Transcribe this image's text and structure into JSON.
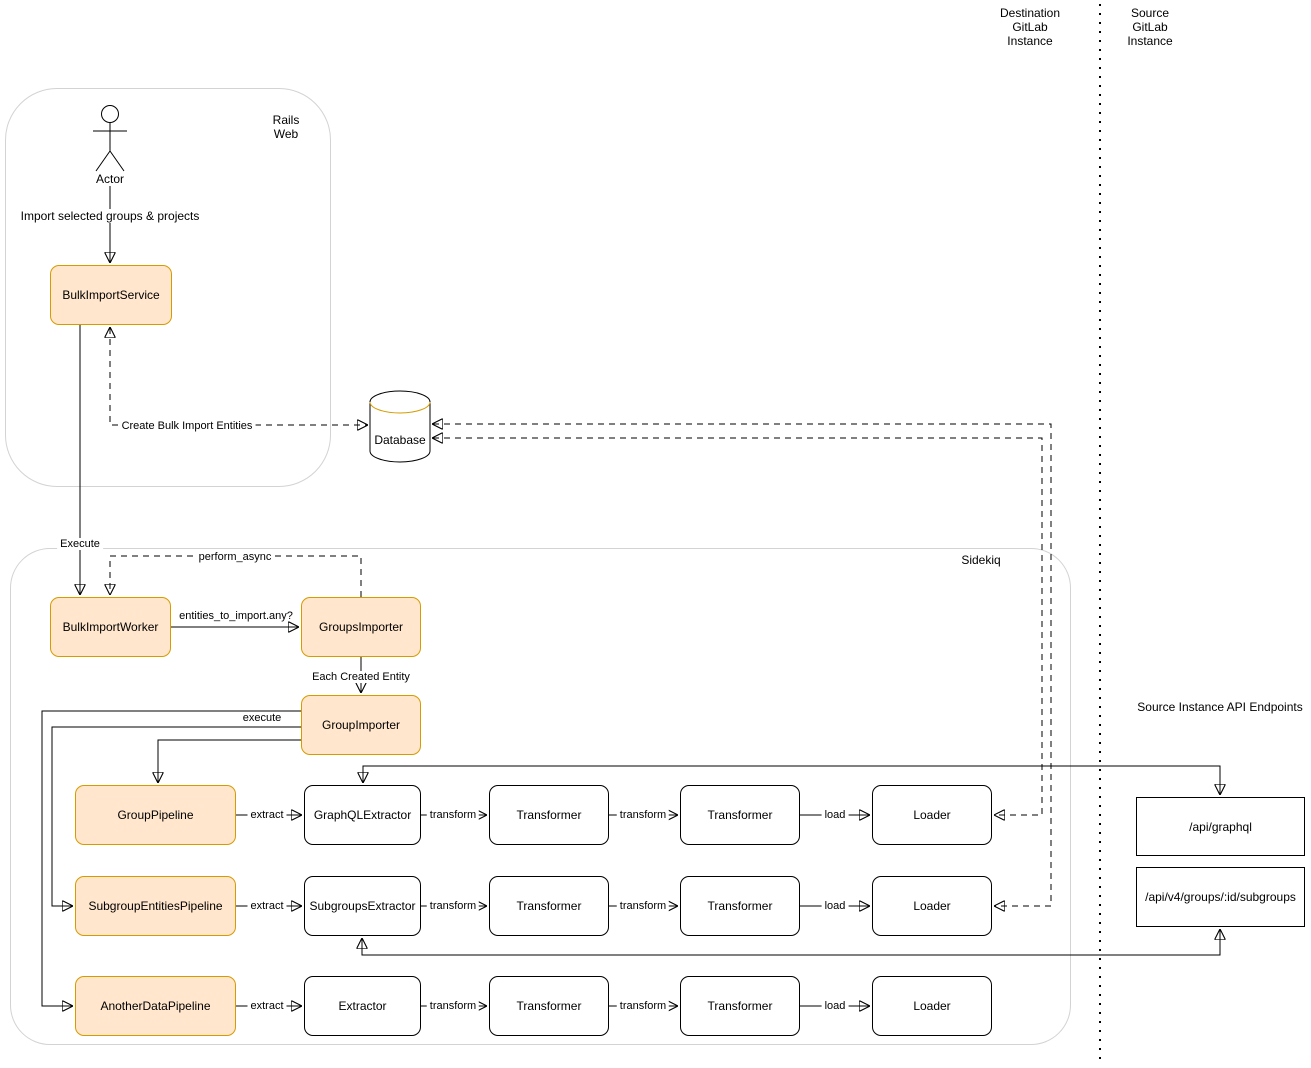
{
  "colors": {
    "accent_fill": "#ffe6cc",
    "accent_stroke": "#d79b00",
    "container_border": "#d3d3d3",
    "line": "#000000"
  },
  "lanes": {
    "destination": "Destination\nGitLab\nInstance",
    "source": "Source\nGitLab\nInstance"
  },
  "rails": {
    "label": "Rails\nWeb",
    "actor": "Actor",
    "action": "Import selected groups & projects",
    "service": "BulkImportService"
  },
  "flow": {
    "execute": "Execute",
    "create_entities": "Create Bulk Import Entities",
    "database": "Database",
    "perform_async": "perform_async",
    "entities_check": "entities_to_import.any?",
    "each_entity": "Each Created Entity",
    "execute_pipelines": "execute"
  },
  "sidekiq": {
    "label": "Sidekiq",
    "worker": "BulkImportWorker",
    "groups_importer": "GroupsImporter",
    "group_importer": "GroupImporter",
    "edge_labels": {
      "extract": "extract",
      "transform": "transform",
      "load": "load"
    },
    "rows": [
      {
        "pipeline": "GroupPipeline",
        "extractor": "GraphQLExtractor",
        "transformer1": "Transformer",
        "transformer2": "Transformer",
        "loader": "Loader"
      },
      {
        "pipeline": "SubgroupEntitiesPipeline",
        "extractor": "SubgroupsExtractor",
        "transformer1": "Transformer",
        "transformer2": "Transformer",
        "loader": "Loader"
      },
      {
        "pipeline": "AnotherDataPipeline",
        "extractor": "Extractor",
        "transformer1": "Transformer",
        "transformer2": "Transformer",
        "loader": "Loader"
      }
    ]
  },
  "api": {
    "title": "Source Instance API Endpoints",
    "graphql": "/api/graphql",
    "subgroups": "/api/v4/groups/:id/subgroups"
  }
}
